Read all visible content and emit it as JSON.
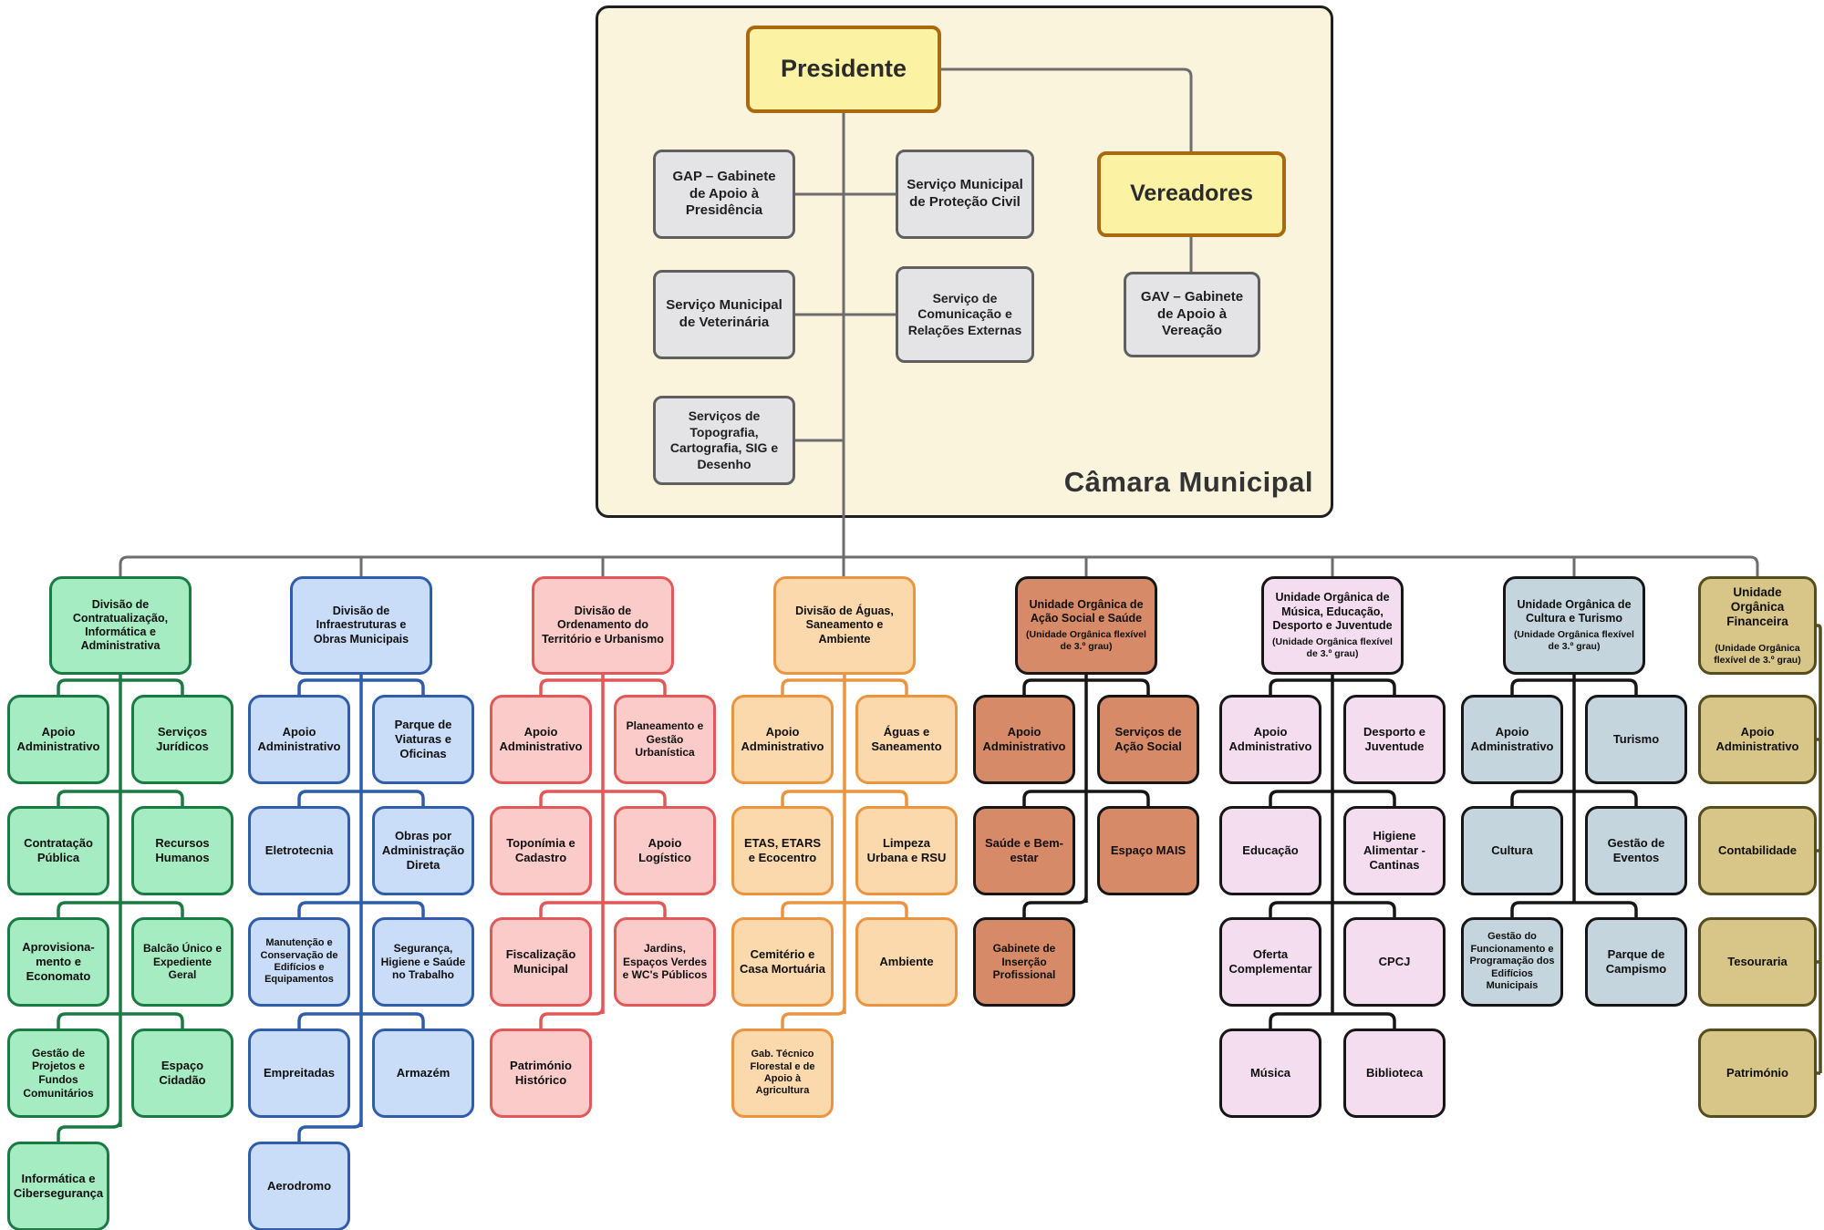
{
  "camara": {
    "label": "Câmara Municipal",
    "presidente": "Presidente",
    "vereadores": "Vereadores",
    "units": {
      "gap": "GAP – Gabinete de Apoio à Presidência",
      "protecao_civil": "Serviço Municipal de Proteção Civil",
      "veterinaria": "Serviço Municipal de Veterinária",
      "comunicacao": "Serviço de Comunicação e Relações Externas",
      "topografia": "Serviços de Topografia, Cartografia, SIG e Desenho",
      "gav": "GAV – Gabinete de Apoio à Vereação"
    },
    "colors": {
      "background": "#faf4dc",
      "yellow_fill": "#fcf2a3",
      "yellow_border": "#a8690f",
      "gray_fill": "#e4e4e6",
      "gray_border": "#5f5f5f",
      "wire": "#6d6d6d"
    }
  },
  "columns": [
    {
      "title": "Divisão de Contratualização, Informática e Administrativa",
      "fill": "#a6ecc2",
      "border": "#1b7a44",
      "rows": [
        [
          "Apoio Administrativo",
          "Serviços Jurídicos"
        ],
        [
          "Contratação Pública",
          "Recursos Humanos"
        ],
        [
          "Aprovisiona-mento e Economato",
          "Balcão Único e Expediente Geral"
        ],
        [
          "Gestão de Projetos e Fundos Comunitários",
          "Espaço Cidadão"
        ],
        [
          "Informática e Cibersegurança"
        ]
      ]
    },
    {
      "title": "Divisão de Infraestruturas e Obras Municipais",
      "fill": "#c9dcf8",
      "border": "#2f5da9",
      "rows": [
        [
          "Apoio Administrativo",
          "Parque de Viaturas e Oficinas"
        ],
        [
          "Eletrotecnia",
          "Obras por Administração Direta"
        ],
        [
          "Manutenção e Conservação de Edifícios e Equipamentos",
          "Segurança, Higiene e Saúde no Trabalho"
        ],
        [
          "Empreitadas",
          "Armazém"
        ],
        [
          "Aerodromo"
        ]
      ]
    },
    {
      "title": "Divisão de Ordenamento do Território e Urbanismo",
      "fill": "#fbcbca",
      "border": "#e25858",
      "rows": [
        [
          "Apoio Administrativo",
          "Planeamento e Gestão Urbanística"
        ],
        [
          "Toponímia e Cadastro",
          "Apoio Logístico"
        ],
        [
          "Fiscalização Municipal",
          "Jardins, Espaços Verdes e WC's Públicos"
        ],
        [
          "Património Histórico"
        ]
      ]
    },
    {
      "title": "Divisão de Águas, Saneamento e Ambiente",
      "fill": "#fbd9ad",
      "border": "#eb9440",
      "rows": [
        [
          "Apoio Administrativo",
          "Águas e Saneamento"
        ],
        [
          "ETAS, ETARS e Ecocentro",
          "Limpeza Urbana e RSU"
        ],
        [
          "Cemitério e Casa Mortuária",
          "Ambiente"
        ],
        [
          "Gab. Técnico Florestal e de Apoio à Agricultura"
        ]
      ]
    },
    {
      "title": "Unidade Orgânica de Ação Social e Saúde",
      "subtitle": "(Unidade Orgânica flexível de 3.º grau)",
      "fill": "#d78a67",
      "border": "#161616",
      "rows": [
        [
          "Apoio Administrativo",
          "Serviços de Ação Social"
        ],
        [
          "Saúde e Bem-estar",
          "Espaço MAIS"
        ],
        [
          "Gabinete de Inserção Profissional"
        ]
      ]
    },
    {
      "title": "Unidade Orgânica de Música, Educação, Desporto e Juventude",
      "subtitle": "(Unidade Orgânica flexível de 3.º grau)",
      "fill": "#f3ddee",
      "border": "#161616",
      "rows": [
        [
          "Apoio Administrativo",
          "Desporto e Juventude"
        ],
        [
          "Educação",
          "Higiene Alimentar - Cantinas"
        ],
        [
          "Oferta Complementar",
          "CPCJ"
        ],
        [
          "Música",
          "Biblioteca"
        ]
      ]
    },
    {
      "title": "Unidade Orgânica de Cultura e Turismo",
      "subtitle": "(Unidade Orgânica flexível de 3.º grau)",
      "fill": "#c5d5dd",
      "border": "#161616",
      "rows": [
        [
          "Apoio Administrativo",
          "Turismo"
        ],
        [
          "Cultura",
          "Gestão de Eventos"
        ],
        [
          "Gestão do Funcionamento e Programação dos Edifícios Municipais",
          "Parque de Campismo"
        ]
      ]
    },
    {
      "title": "Unidade Orgânica Financeira",
      "subtitle": "(Unidade Orgânica flexível de 3.º grau)",
      "fill": "#d8c688",
      "border": "#554d1d",
      "layout": "right-rail",
      "rows": [
        [
          "Apoio Administrativo"
        ],
        [
          "Contabilidade"
        ],
        [
          "Tesouraria"
        ],
        [
          "Património"
        ]
      ]
    }
  ]
}
